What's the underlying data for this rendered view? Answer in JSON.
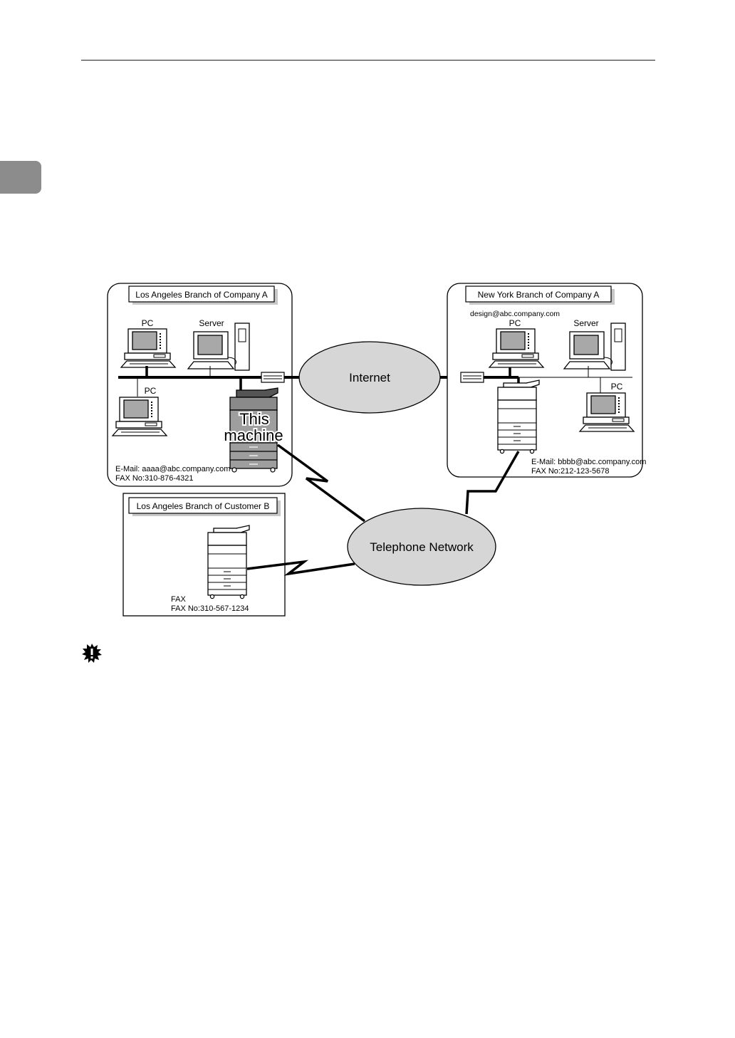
{
  "branches": {
    "la_company_a": {
      "title": "Los Angeles Branch of Company A",
      "pc1_label": "PC",
      "server_label": "Server",
      "pc2_label": "PC",
      "machine_label_line1": "This",
      "machine_label_line2": "machine",
      "email": "E-Mail:  aaaa@abc.company.com",
      "fax": "FAX No:310-876-4321"
    },
    "ny_company_a": {
      "title": "New York Branch of Company A",
      "design_email": "design@abc.company.com",
      "pc1_label": "PC",
      "server_label": "Server",
      "pc2_label": "PC",
      "email": "E-Mail:  bbbb@abc.company.com",
      "fax": "FAX No:212-123-5678"
    },
    "la_customer_b": {
      "title": "Los Angeles Branch of Customer B",
      "fax_label": "FAX",
      "fax": "FAX No:310-567-1234"
    }
  },
  "networks": {
    "internet": "Internet",
    "telephone": "Telephone Network"
  },
  "icons": {
    "side_tab": "chapter-tab",
    "important": "important-icon"
  },
  "colors": {
    "cloud_fill": "#d6d6d6",
    "tab": "#8c8c8c"
  }
}
